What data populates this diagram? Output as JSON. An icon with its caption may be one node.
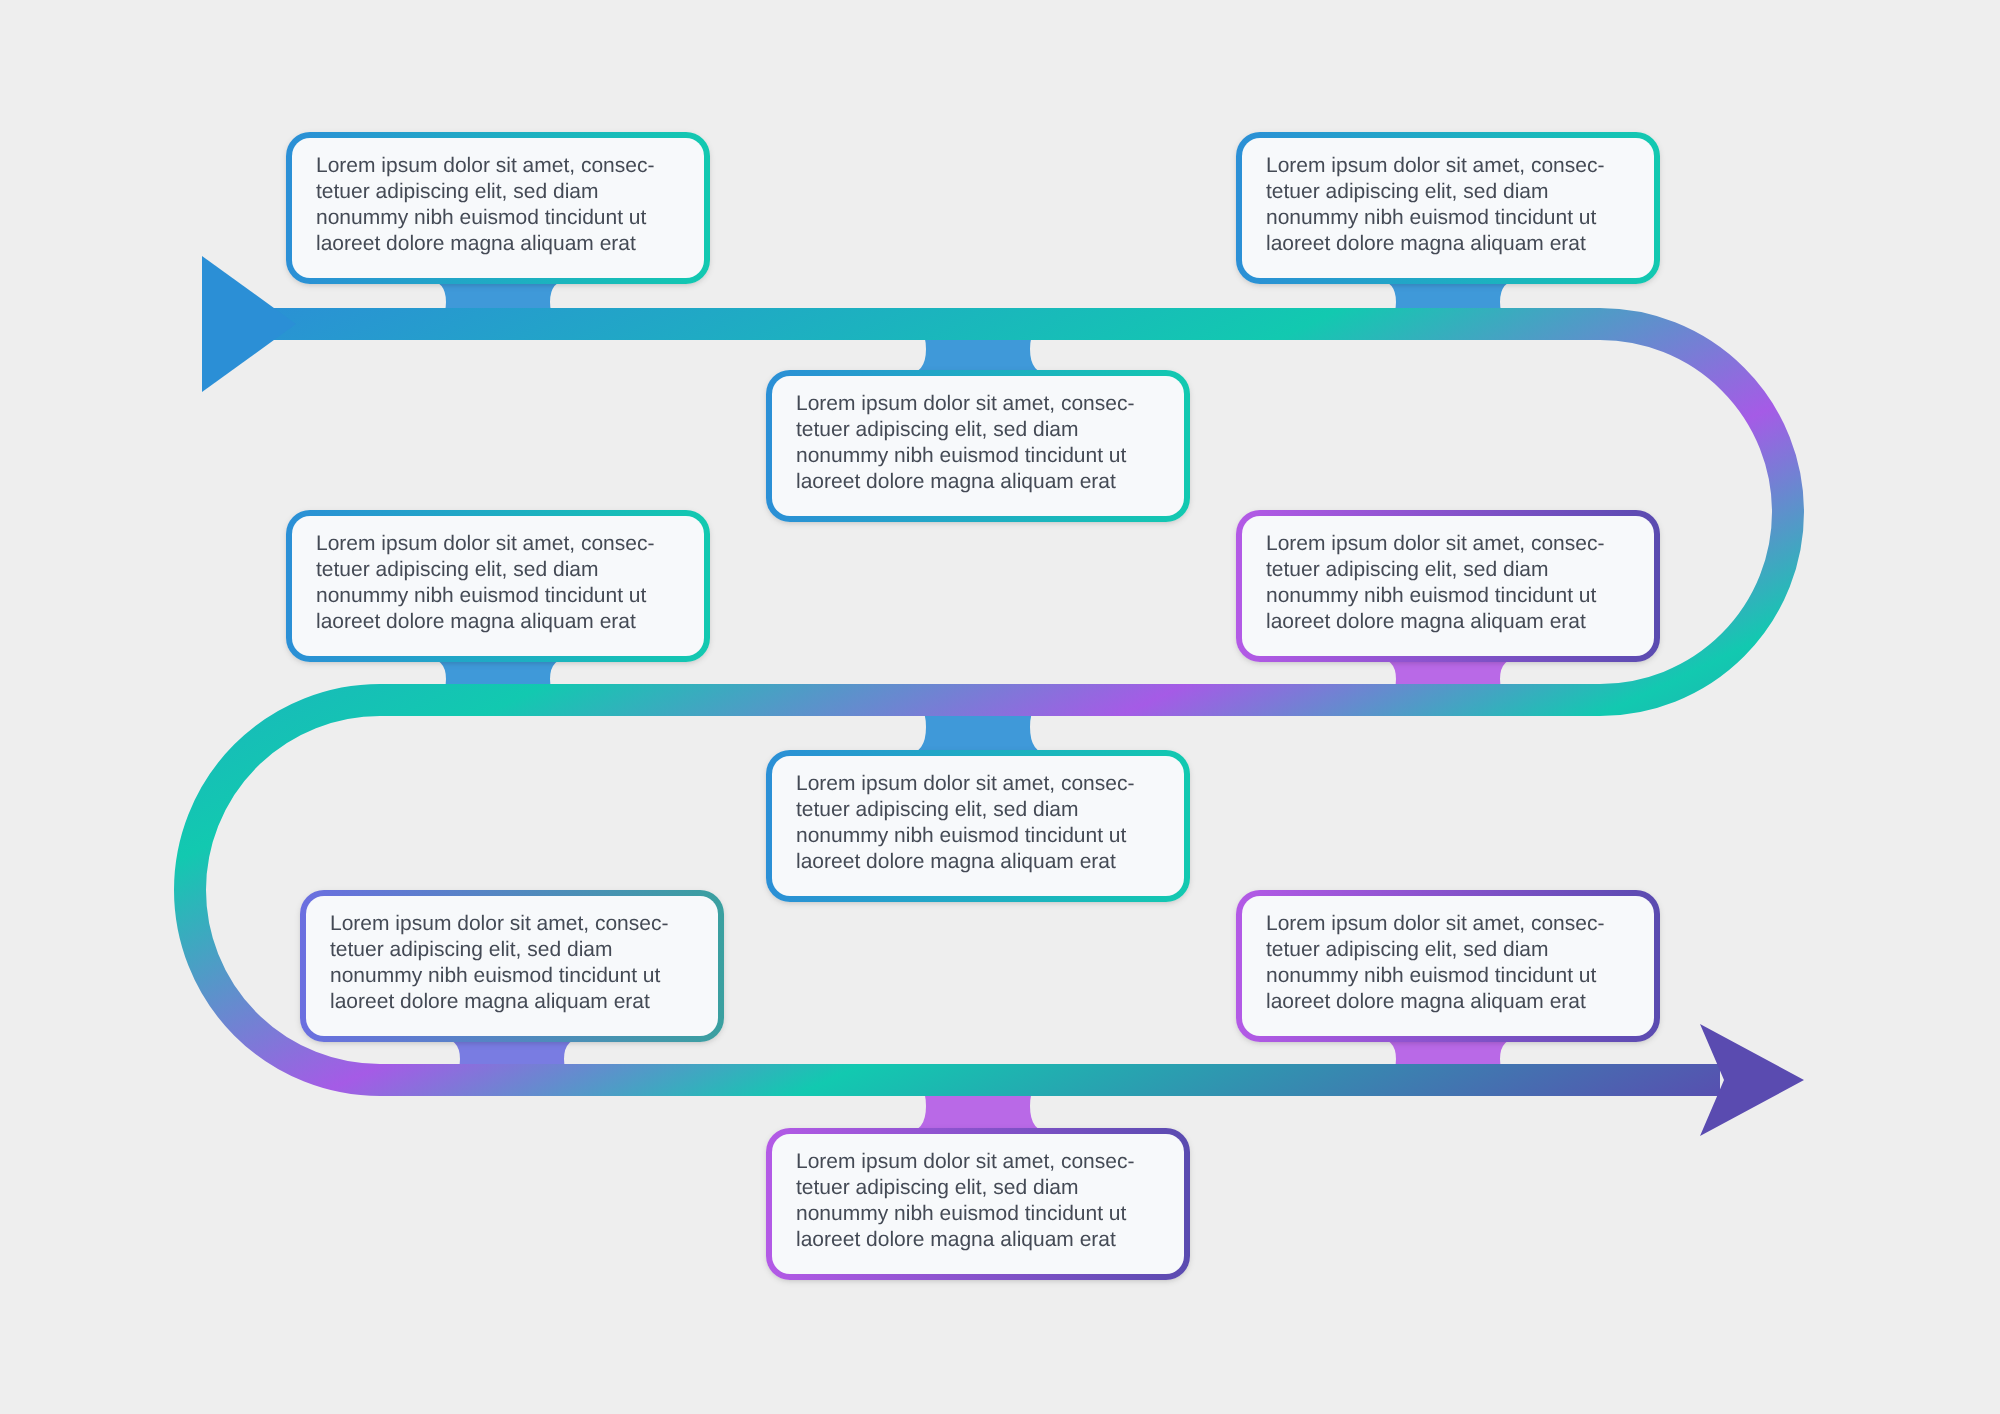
{
  "diagram": {
    "nodes": [
      {
        "text": [
          "Lorem ipsum dolor sit amet, consec- tetuer adipiscing elit, sed diam nonummy nibh euismod tincidunt ut laoreet dolore magna aliquam erat"
        ]
      },
      {
        "text": [
          "Lorem ipsum dolor sit amet, consec- tetuer adipiscing elit, sed diam nonummy nibh euismod tincidunt ut laoreet dolore magna aliquam erat"
        ]
      },
      {
        "text": [
          "Lorem ipsum dolor sit amet, consec- tetuer adipiscing elit, sed diam nonummy nibh euismod tincidunt ut laoreet dolore magna aliquam erat"
        ]
      },
      {
        "text": [
          "Lorem ipsum dolor sit amet, consec- tetuer adipiscing elit, sed diam nonummy nibh euismod tincidunt ut laoreet dolore magna aliquam erat"
        ]
      },
      {
        "text": [
          "Lorem ipsum dolor sit amet, consec- tetuer adipiscing elit, sed diam nonummy nibh euismod tincidunt ut laoreet dolore magna aliquam erat"
        ]
      },
      {
        "text": [
          "Lorem ipsum dolor sit amet, consec- tetuer adipiscing elit, sed diam nonummy nibh euismod tincidunt ut laoreet dolore magna aliquam erat"
        ]
      },
      {
        "text": [
          "Lorem ipsum dolor sit amet, consec- tetuer adipiscing elit, sed diam nonummy nibh euismod tincidunt ut laoreet dolore magna aliquam erat"
        ]
      },
      {
        "text": [
          "Lorem ipsum dolor sit amet, consec- tetuer adipiscing elit, sed diam nonummy nibh euismod tincidunt ut laoreet dolore magna aliquam erat"
        ]
      },
      {
        "text": [
          "Lorem ipsum dolor sit amet, consec- tetuer adipiscing elit, sed diam nonummy nibh euismod tincidunt ut laoreet dolore magna aliquam erat"
        ]
      }
    ]
  }
}
